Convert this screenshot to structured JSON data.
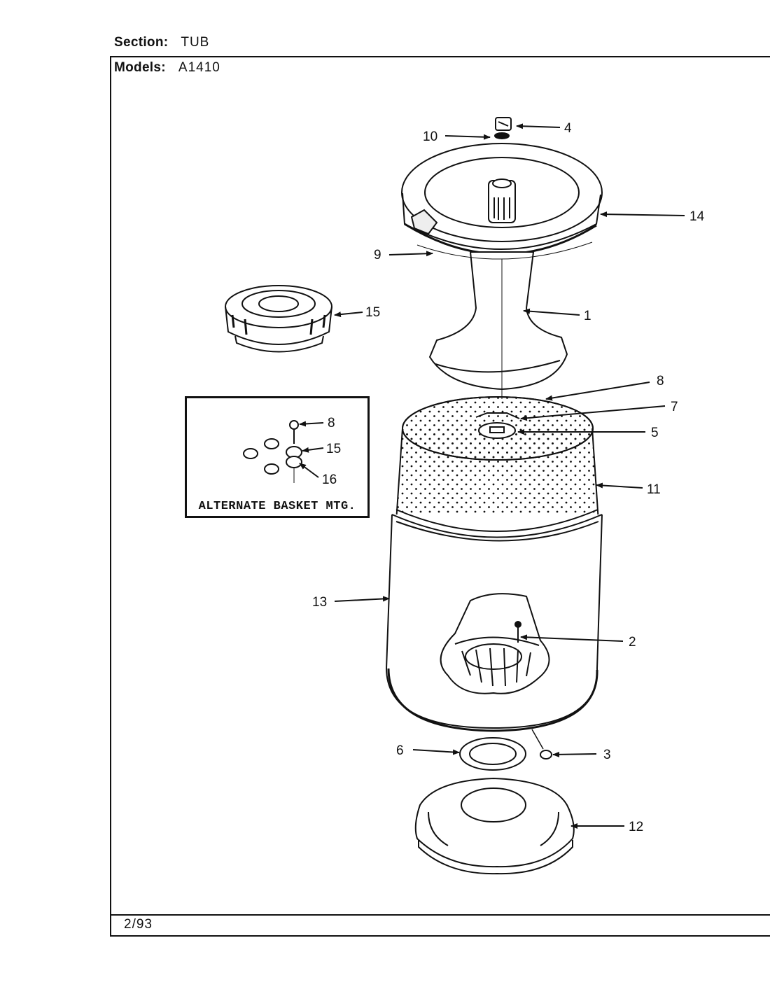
{
  "header": {
    "section_label": "Section:",
    "section_value": "TUB",
    "models_label": "Models:",
    "models_value": "A1410"
  },
  "footer": {
    "date": "2/93"
  },
  "inset": {
    "caption": "ALTERNATE BASKET MTG.",
    "callouts": {
      "screw": "8",
      "mount": "15",
      "spacer": "16"
    }
  },
  "callouts": {
    "agitator_shaft": "1",
    "hub_screw": "2",
    "drain_bolt": "3",
    "cap_nut": "4",
    "basket_hub_nut": "5",
    "tub_gasket": "6",
    "hub_washer": "7",
    "basket_screw": "8",
    "ring_seal": "9",
    "cap_washer": "10",
    "spin_basket": "11",
    "base_plate": "12",
    "outer_tub": "13",
    "balance_ring": "14",
    "basket_mount": "15"
  },
  "colors": {
    "ink": "#111111",
    "paper": "#ffffff"
  }
}
